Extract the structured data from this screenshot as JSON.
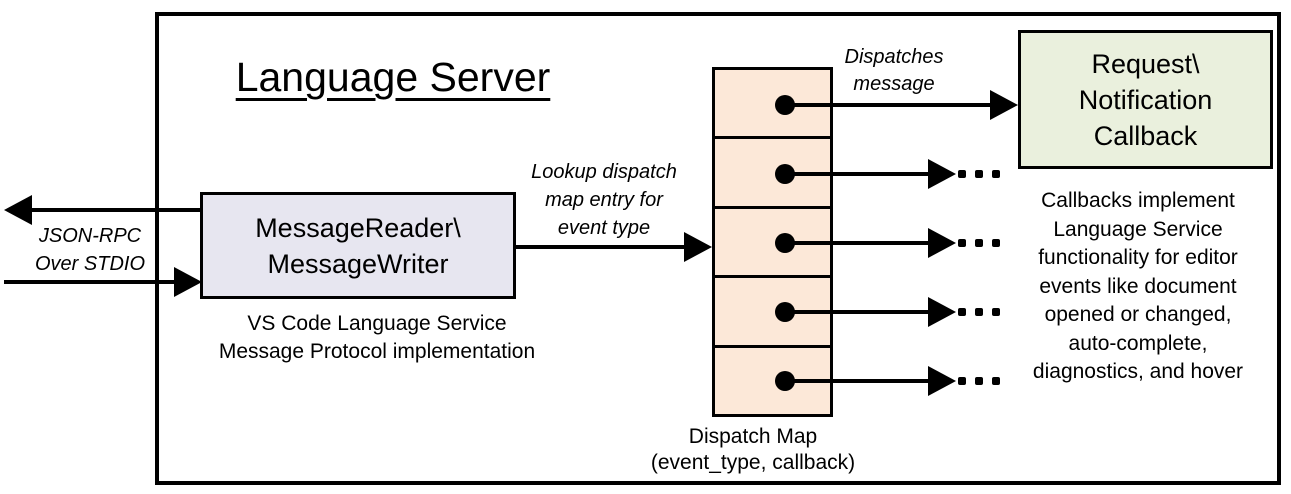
{
  "diagram": {
    "title": "Language Server",
    "io_label": {
      "lines": [
        "JSON-RPC",
        "Over STDIO"
      ]
    },
    "reader_box": {
      "lines": [
        "MessageReader\\",
        "MessageWriter"
      ],
      "caption_lines": [
        "VS Code Language Service",
        "Message Protocol implementation"
      ]
    },
    "lookup_label": {
      "lines": [
        "Lookup dispatch",
        "map entry for",
        "event type"
      ]
    },
    "dispatches_label": {
      "lines": [
        "Dispatches",
        "message"
      ]
    },
    "dispatch_map": {
      "caption_lines": [
        "Dispatch Map",
        "(event_type, callback)"
      ],
      "row_count": "5",
      "ellipsis_glyph": "…",
      "ellipsis_name": "ellipsis"
    },
    "callback_box": {
      "lines": [
        "Request\\",
        "Notification",
        "Callback"
      ]
    },
    "callbacks_note": {
      "lines": [
        "Callbacks implement",
        "Language Service",
        "functionality for editor",
        "events like document",
        "opened or changed,",
        "auto-complete,",
        "diagnostics, and hover"
      ]
    },
    "colors": {
      "line": "#000000",
      "reader_box_fill": "#e7e6f0",
      "dispatch_map_fill": "#fce8d8",
      "callback_box_fill": "#eaf0dd"
    }
  }
}
